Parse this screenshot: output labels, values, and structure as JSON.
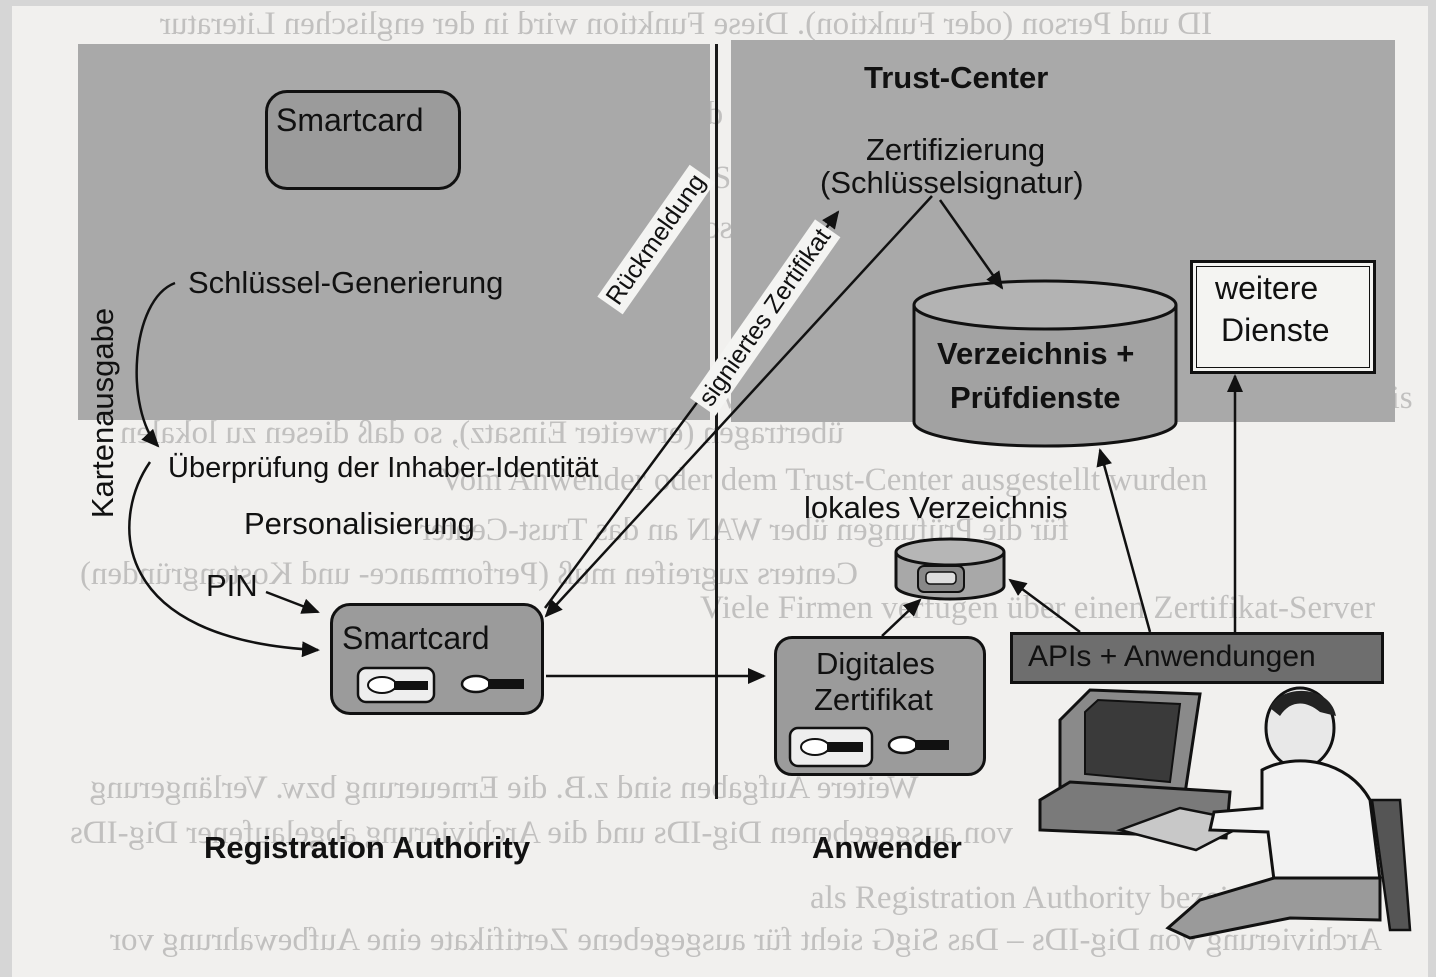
{
  "diagram": {
    "trust_center": "Trust-Center",
    "zertifizierung": "Zertifizierung",
    "schluesselsignatur": "(Schlüsselsignatur)",
    "verzeichnis_line1": "Verzeichnis +",
    "verzeichnis_line2": "Prüfdienste",
    "weitere_line1": "weitere",
    "weitere_line2": "Dienste",
    "smartcard_top": "Smartcard",
    "schluessel_generierung": "Schlüssel-Generierung",
    "kartenausgabe": "Kartenausgabe",
    "ueberpruefung": "Überprüfung der Inhaber-Identität",
    "personalisierung": "Personalisierung",
    "pin": "PIN",
    "smartcard_ra": "Smartcard",
    "rueckmeldung": "Rückmeldung",
    "signiertes_zertifikat": "signiertes Zertifikat",
    "lokales_verzeichnis": "lokales Verzeichnis",
    "digitales_line1": "Digitales",
    "digitales_line2": "Zertifikat",
    "apis": "APIs + Anwendungen",
    "registration_authority": "Registration Authority",
    "anwender": "Anwender"
  },
  "background_text": {
    "line1": "ID und Person (oder Funktion). Diese Funktion wird in der englischen Literatur",
    "line2": "als Registration Authority bezeichnet.",
    "line3": "ist dies die Dig-ID des Anwenders oder in den Zertifikatsdiensten",
    "line4": "sowie Sperrlisten an verschiedenen Stellen",
    "line5": "Digitale Signatur und Verschlüsselung mit einem gemeinsamen Schlüssel",
    "line6": "angewiesen werden kann. Dies ist eine Funktion des Verzeichnis",
    "line7": "übertragen (erweiter Einsatz), so daß diesen zu lokalen",
    "line8": "Vom Anwender oder dem Trust-Center ausgestellt wurden",
    "line9": "für die Prüfungen über WAN an das Trust-Center",
    "line10": "Centers zugreifen muß (Performance- und Kostengründen)",
    "line11": "Viele Firmen verfügen über einen Zertifikat-Server",
    "line12": "Weitere Aufgaben sind z.B. die Erneuerung bzw. Verlängerung",
    "line13": "von ausgegebenen Dig-IDs und die Archivierung abgelaufener Dig-IDs",
    "line14": "Archivierung von Dig-IDs – Das SigG sieht für ausgegebene Zertifikate eine Aufbewahrung vor"
  }
}
